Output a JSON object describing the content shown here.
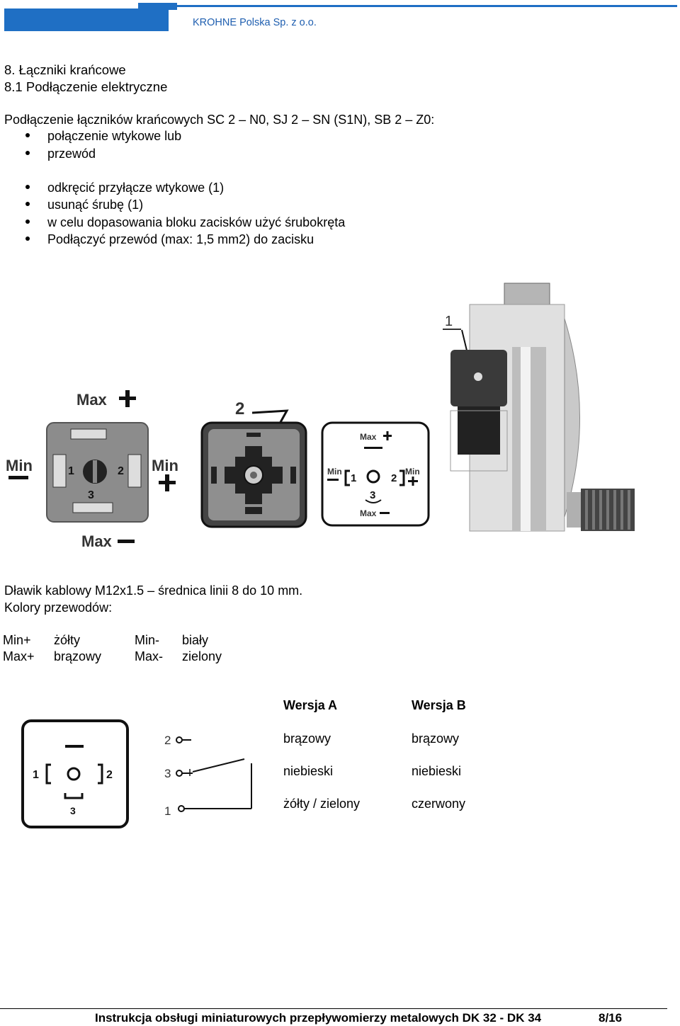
{
  "header": {
    "company": "KROHNE Polska Sp. z  o.o."
  },
  "section": {
    "title": "8. Łączniki krańcowe",
    "subtitle": "8.1 Podłączenie elektryczne"
  },
  "intro": "Podłączenie łączników krańcowych SC 2 – N0, SJ 2 – SN (S1N), SB 2 – Z0:",
  "bullets_a": [
    "połączenie wtykowe lub",
    "przewód"
  ],
  "bullets_b": [
    "odkręcić przyłącze wtykowe (1)",
    "usunąć śrubę (1)",
    "w celu dopasowania bloku zacisków użyć śrubokręta",
    "Podłączyć przewód (max: 1,5 mm2) do zacisku"
  ],
  "figure": {
    "left_connector": {
      "max_plus": "Max",
      "min_minus": "Min",
      "min_plus": "Min",
      "max_minus": "Max",
      "pins": [
        "1",
        "2",
        "3"
      ]
    },
    "middle_connector": {
      "callout": "2"
    },
    "right_connector": {
      "max_plus": "Max",
      "min_left": "Min",
      "min_right": "Min",
      "max_minus": "Max",
      "pins": [
        "1",
        "2",
        "3"
      ]
    },
    "device": {
      "callout": "1"
    }
  },
  "cable": {
    "gland": "Dławik kablowy M12x1.5 – średnica linii 8 do 10 mm.",
    "colors_title": "Kolory przewodów:",
    "rows": [
      {
        "k1": "Min+",
        "v1": "żółty",
        "k2": "Min-",
        "v2": "biały"
      },
      {
        "k1": "Max+",
        "v1": "brązowy",
        "k2": "Max-",
        "v2": "zielony"
      }
    ]
  },
  "versions": {
    "col_a": "Wersja A",
    "col_b": "Wersja B",
    "rows": [
      {
        "a": "brązowy",
        "b": "brązowy"
      },
      {
        "a": "niebieski",
        "b": "niebieski"
      },
      {
        "a": "żółty / zielony",
        "b": "czerwony"
      }
    ],
    "schematic": {
      "pins": [
        "1",
        "2",
        "3"
      ],
      "terminals": [
        "2",
        "3",
        "1"
      ]
    }
  },
  "footer": {
    "text": "Instrukcja obsługi miniaturowych przepływomierzy metalowych DK 32 - DK 34",
    "page": "8/16"
  },
  "colors": {
    "brand_blue": "#1f6fc4"
  }
}
